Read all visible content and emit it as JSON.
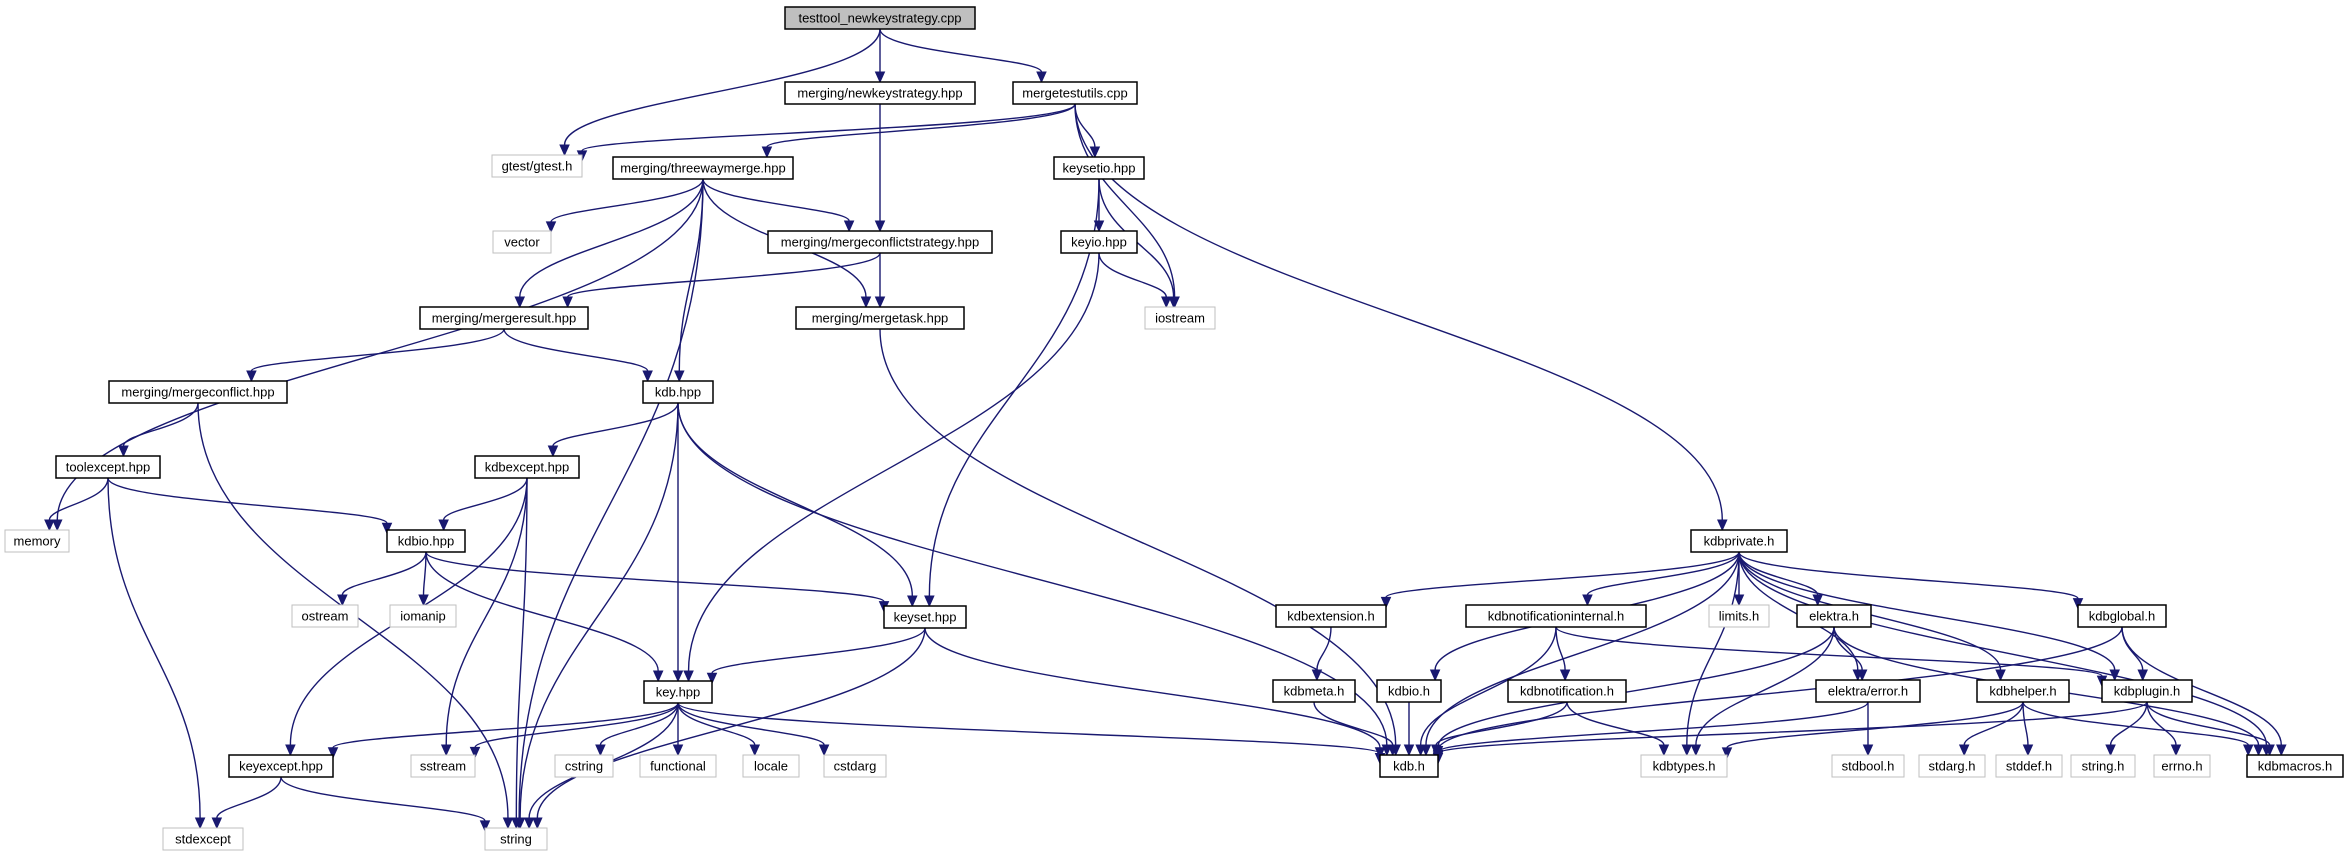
{
  "graph": {
    "colors": {
      "edge": "#191970",
      "node_border": "#000000",
      "external_border": "#bfbfbf",
      "root_fill": "#bfbfbf"
    },
    "nodes": [
      {
        "id": "root",
        "label": "testtool_newkeystrategy.cpp",
        "kind": "root"
      },
      {
        "id": "newkeystrategy",
        "label": "merging/newkeystrategy.hpp",
        "kind": "internal"
      },
      {
        "id": "mergetestutils",
        "label": "mergetestutils.cpp",
        "kind": "internal"
      },
      {
        "id": "gtest",
        "label": "gtest/gtest.h",
        "kind": "external"
      },
      {
        "id": "threewaymerge",
        "label": "merging/threewaymerge.hpp",
        "kind": "internal"
      },
      {
        "id": "keysetio",
        "label": "keysetio.hpp",
        "kind": "internal"
      },
      {
        "id": "vector",
        "label": "vector",
        "kind": "external"
      },
      {
        "id": "mergeconflictstrategy",
        "label": "merging/mergeconflictstrategy.hpp",
        "kind": "internal"
      },
      {
        "id": "keyio",
        "label": "keyio.hpp",
        "kind": "internal"
      },
      {
        "id": "mergeresult",
        "label": "merging/mergeresult.hpp",
        "kind": "internal"
      },
      {
        "id": "mergetask",
        "label": "merging/mergetask.hpp",
        "kind": "internal"
      },
      {
        "id": "iostream",
        "label": "iostream",
        "kind": "external"
      },
      {
        "id": "mergeconflict",
        "label": "merging/mergeconflict.hpp",
        "kind": "internal"
      },
      {
        "id": "kdbhpp",
        "label": "kdb.hpp",
        "kind": "internal"
      },
      {
        "id": "toolexcept",
        "label": "toolexcept.hpp",
        "kind": "internal"
      },
      {
        "id": "kdbexcept",
        "label": "kdbexcept.hpp",
        "kind": "internal"
      },
      {
        "id": "memory",
        "label": "memory",
        "kind": "external"
      },
      {
        "id": "kdbio",
        "label": "kdbio.hpp",
        "kind": "internal"
      },
      {
        "id": "ostream",
        "label": "ostream",
        "kind": "external"
      },
      {
        "id": "iomanip",
        "label": "iomanip",
        "kind": "external"
      },
      {
        "id": "keyset",
        "label": "keyset.hpp",
        "kind": "internal"
      },
      {
        "id": "key",
        "label": "key.hpp",
        "kind": "internal"
      },
      {
        "id": "keyexcept",
        "label": "keyexcept.hpp",
        "kind": "internal"
      },
      {
        "id": "sstream",
        "label": "sstream",
        "kind": "external"
      },
      {
        "id": "cstring",
        "label": "cstring",
        "kind": "external"
      },
      {
        "id": "functional",
        "label": "functional",
        "kind": "external"
      },
      {
        "id": "locale",
        "label": "locale",
        "kind": "external"
      },
      {
        "id": "cstdarg",
        "label": "cstdarg",
        "kind": "external"
      },
      {
        "id": "stdexcept",
        "label": "stdexcept",
        "kind": "external"
      },
      {
        "id": "string",
        "label": "string",
        "kind": "external"
      },
      {
        "id": "kdbprivate",
        "label": "kdbprivate.h",
        "kind": "internal"
      },
      {
        "id": "limits",
        "label": "limits.h",
        "kind": "external"
      },
      {
        "id": "kdbextension",
        "label": "kdbextension.h",
        "kind": "internal"
      },
      {
        "id": "kdbnotificationinternal",
        "label": "kdbnotificationinternal.h",
        "kind": "internal"
      },
      {
        "id": "elektra",
        "label": "elektra.h",
        "kind": "internal"
      },
      {
        "id": "kdbglobal",
        "label": "kdbglobal.h",
        "kind": "internal"
      },
      {
        "id": "kdbmeta",
        "label": "kdbmeta.h",
        "kind": "internal"
      },
      {
        "id": "kdbioh",
        "label": "kdbio.h",
        "kind": "internal"
      },
      {
        "id": "kdbnotification",
        "label": "kdbnotification.h",
        "kind": "internal"
      },
      {
        "id": "elektraerror",
        "label": "elektra/error.h",
        "kind": "internal"
      },
      {
        "id": "kdbhelper",
        "label": "kdbhelper.h",
        "kind": "internal"
      },
      {
        "id": "kdbplugin",
        "label": "kdbplugin.h",
        "kind": "internal"
      },
      {
        "id": "kdbh",
        "label": "kdb.h",
        "kind": "internal"
      },
      {
        "id": "kdbtypes",
        "label": "kdbtypes.h",
        "kind": "external"
      },
      {
        "id": "stdbool",
        "label": "stdbool.h",
        "kind": "external"
      },
      {
        "id": "stdarg",
        "label": "stdarg.h",
        "kind": "external"
      },
      {
        "id": "stddef",
        "label": "stddef.h",
        "kind": "external"
      },
      {
        "id": "stringh",
        "label": "string.h",
        "kind": "external"
      },
      {
        "id": "errno",
        "label": "errno.h",
        "kind": "external"
      },
      {
        "id": "kdbmacros",
        "label": "kdbmacros.h",
        "kind": "internal"
      }
    ],
    "edges": [
      [
        "root",
        "newkeystrategy"
      ],
      [
        "root",
        "mergetestutils"
      ],
      [
        "root",
        "gtest"
      ],
      [
        "newkeystrategy",
        "mergeconflictstrategy"
      ],
      [
        "mergetestutils",
        "gtest"
      ],
      [
        "mergetestutils",
        "threewaymerge"
      ],
      [
        "mergetestutils",
        "keysetio"
      ],
      [
        "mergetestutils",
        "iostream"
      ],
      [
        "mergetestutils",
        "kdbprivate"
      ],
      [
        "threewaymerge",
        "memory"
      ],
      [
        "threewaymerge",
        "vector"
      ],
      [
        "threewaymerge",
        "mergeconflictstrategy"
      ],
      [
        "threewaymerge",
        "mergeresult"
      ],
      [
        "threewaymerge",
        "kdbhpp"
      ],
      [
        "threewaymerge",
        "mergetask"
      ],
      [
        "threewaymerge",
        "string"
      ],
      [
        "keysetio",
        "keyio"
      ],
      [
        "keysetio",
        "iostream"
      ],
      [
        "keysetio",
        "keyset"
      ],
      [
        "keyio",
        "iostream"
      ],
      [
        "keyio",
        "key"
      ],
      [
        "mergeconflictstrategy",
        "mergeresult"
      ],
      [
        "mergeconflictstrategy",
        "mergetask"
      ],
      [
        "mergetask",
        "kdbh"
      ],
      [
        "mergeresult",
        "mergeconflict"
      ],
      [
        "mergeresult",
        "kdbhpp"
      ],
      [
        "mergeconflict",
        "toolexcept"
      ],
      [
        "mergeconflict",
        "string"
      ],
      [
        "toolexcept",
        "memory"
      ],
      [
        "toolexcept",
        "kdbio"
      ],
      [
        "toolexcept",
        "stdexcept"
      ],
      [
        "kdbhpp",
        "kdbexcept"
      ],
      [
        "kdbhpp",
        "key"
      ],
      [
        "kdbhpp",
        "keyset"
      ],
      [
        "kdbhpp",
        "string"
      ],
      [
        "kdbhpp",
        "kdbh"
      ],
      [
        "kdbexcept",
        "kdbio"
      ],
      [
        "kdbexcept",
        "keyexcept"
      ],
      [
        "kdbexcept",
        "sstream"
      ],
      [
        "kdbexcept",
        "string"
      ],
      [
        "kdbio",
        "ostream"
      ],
      [
        "kdbio",
        "iomanip"
      ],
      [
        "kdbio",
        "keyset"
      ],
      [
        "kdbio",
        "key"
      ],
      [
        "keyset",
        "key"
      ],
      [
        "keyset",
        "string"
      ],
      [
        "keyset",
        "kdbh"
      ],
      [
        "key",
        "keyexcept"
      ],
      [
        "key",
        "sstream"
      ],
      [
        "key",
        "string"
      ],
      [
        "key",
        "cstring"
      ],
      [
        "key",
        "functional"
      ],
      [
        "key",
        "locale"
      ],
      [
        "key",
        "cstdarg"
      ],
      [
        "key",
        "kdbh"
      ],
      [
        "keyexcept",
        "stdexcept"
      ],
      [
        "keyexcept",
        "string"
      ],
      [
        "kdbprivate",
        "kdbh"
      ],
      [
        "kdbprivate",
        "kdbextension"
      ],
      [
        "kdbprivate",
        "kdbioh"
      ],
      [
        "kdbprivate",
        "kdbnotificationinternal"
      ],
      [
        "kdbprivate",
        "kdbtypes"
      ],
      [
        "kdbprivate",
        "limits"
      ],
      [
        "kdbprivate",
        "elektra"
      ],
      [
        "kdbprivate",
        "elektraerror"
      ],
      [
        "kdbprivate",
        "kdbhelper"
      ],
      [
        "kdbprivate",
        "kdbplugin"
      ],
      [
        "kdbprivate",
        "kdbglobal"
      ],
      [
        "kdbprivate",
        "kdbmacros"
      ],
      [
        "kdbextension",
        "kdbmeta"
      ],
      [
        "kdbmeta",
        "kdbh"
      ],
      [
        "kdbioh",
        "kdbh"
      ],
      [
        "kdbnotificationinternal",
        "kdbh"
      ],
      [
        "kdbnotificationinternal",
        "kdbnotification"
      ],
      [
        "kdbnotificationinternal",
        "kdbplugin"
      ],
      [
        "kdbnotification",
        "kdbh"
      ],
      [
        "kdbnotification",
        "kdbtypes"
      ],
      [
        "elektra",
        "kdbh"
      ],
      [
        "elektra",
        "kdbtypes"
      ],
      [
        "elektra",
        "elektraerror"
      ],
      [
        "elektra",
        "kdbmacros"
      ],
      [
        "elektraerror",
        "kdbh"
      ],
      [
        "elektraerror",
        "stdbool"
      ],
      [
        "kdbglobal",
        "kdbh"
      ],
      [
        "kdbglobal",
        "kdbplugin"
      ],
      [
        "kdbglobal",
        "kdbmacros"
      ],
      [
        "kdbhelper",
        "kdbtypes"
      ],
      [
        "kdbhelper",
        "stdarg"
      ],
      [
        "kdbhelper",
        "stddef"
      ],
      [
        "kdbhelper",
        "kdbmacros"
      ],
      [
        "kdbplugin",
        "kdbh"
      ],
      [
        "kdbplugin",
        "stringh"
      ],
      [
        "kdbplugin",
        "errno"
      ],
      [
        "kdbplugin",
        "kdbmacros"
      ]
    ]
  }
}
